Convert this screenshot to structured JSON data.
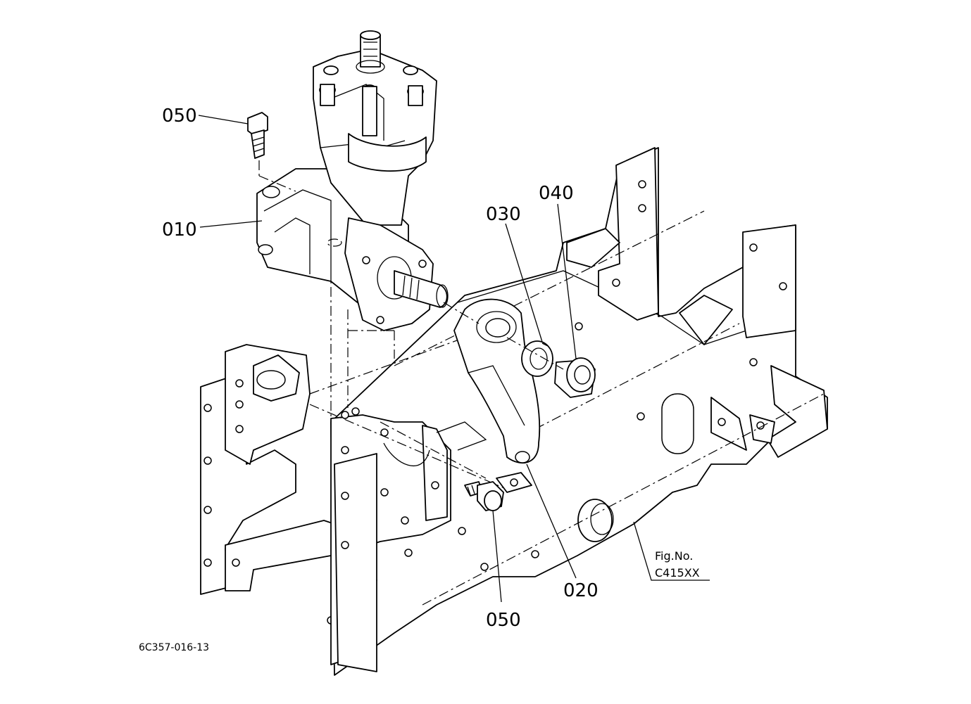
{
  "callouts": {
    "c050_top": "050",
    "c010": "010",
    "c030": "030",
    "c040": "040",
    "c020": "020",
    "c050_bottom": "050"
  },
  "figure": {
    "label": "Fig.No.",
    "number": "C415XX"
  },
  "drawing_code": "6C357-016-13",
  "icons": [
    "steering-gearbox",
    "pitman-arm",
    "lock-washer",
    "nut",
    "bolt",
    "frame",
    "bracket"
  ]
}
